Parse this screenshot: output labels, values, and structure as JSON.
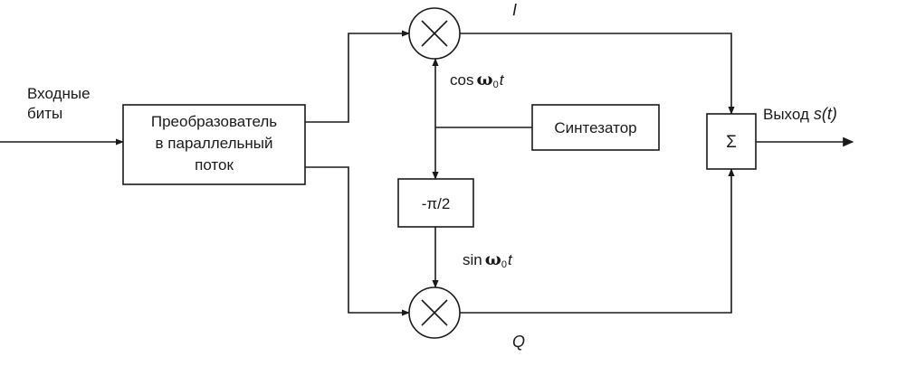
{
  "diagram": {
    "input_label_line1": "Входные",
    "input_label_line2": "биты",
    "converter_line1": "Преобразователь",
    "converter_line2": "в параллельный",
    "converter_line3": "поток",
    "synthesizer_label": "Синтезатор",
    "phase_shift_label": "-π/2",
    "summer_symbol": "Σ",
    "output_label": "Выход",
    "output_signal": "s(t)",
    "i_channel_label": "I",
    "q_channel_label": "Q",
    "cos_label": {
      "func": "cos",
      "omega": "ω",
      "sub": "0",
      "var": "t"
    },
    "sin_label": {
      "func": "sin",
      "omega": "ω",
      "sub": "0",
      "var": "t"
    }
  }
}
